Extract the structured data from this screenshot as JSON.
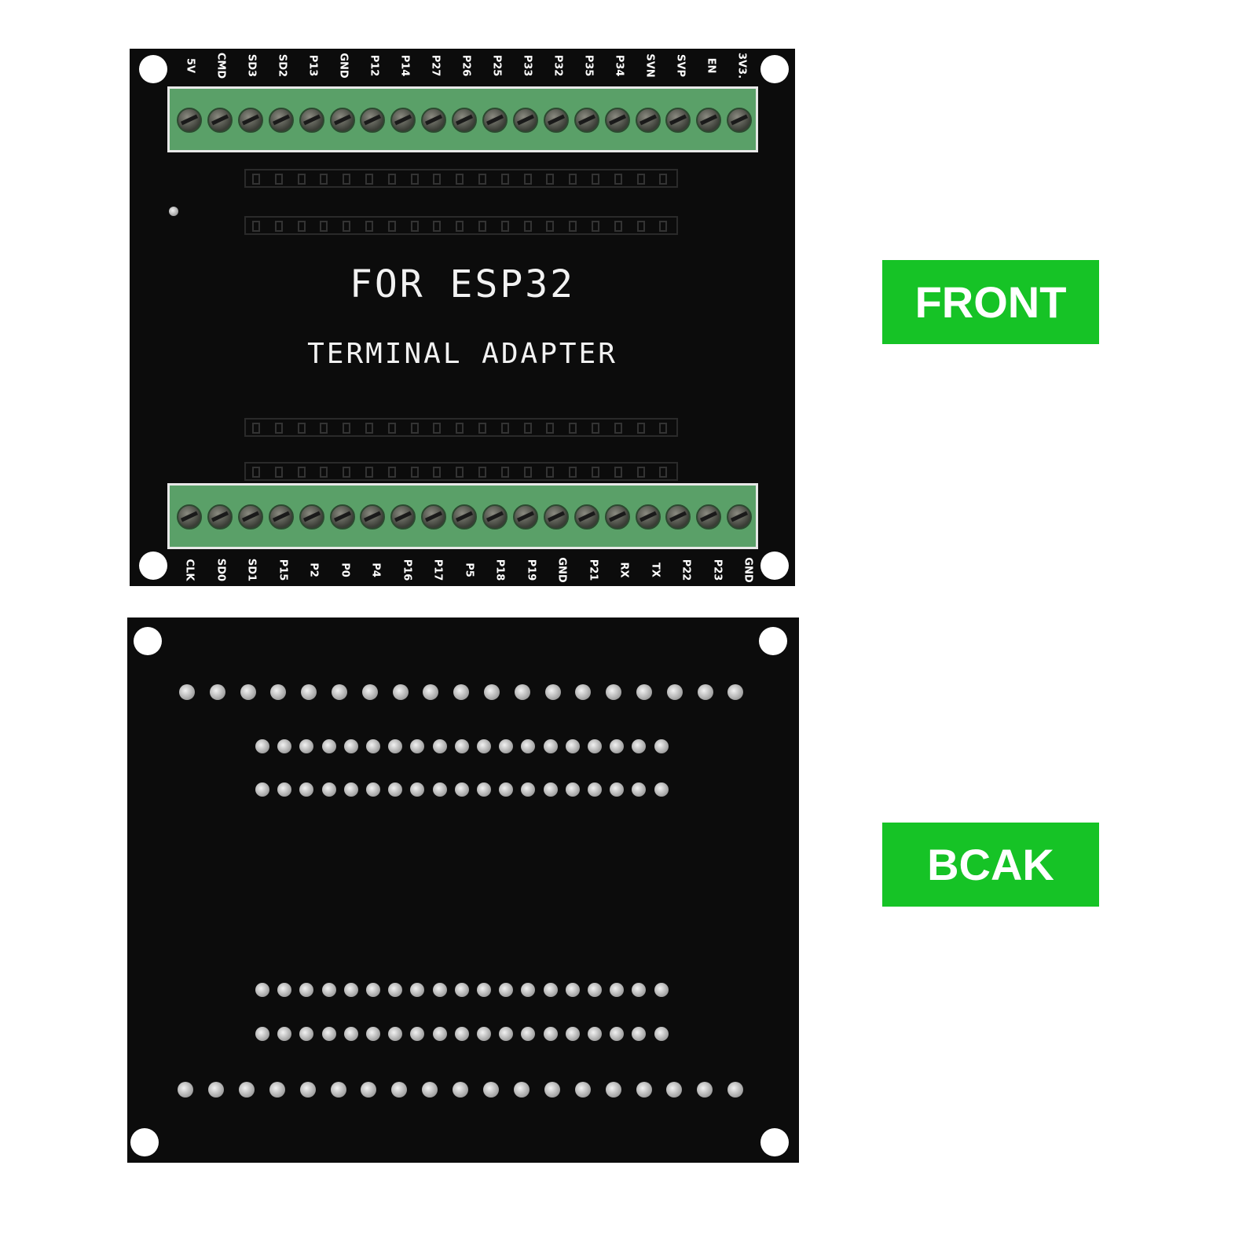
{
  "front": {
    "title": "FOR ESP32",
    "subtitle": "TERMINAL ADAPTER",
    "top_pins": [
      "5V",
      "CMD",
      "SD3",
      "SD2",
      "P13",
      "GND",
      "P12",
      "P14",
      "P27",
      "P26",
      "P25",
      "P33",
      "P32",
      "P35",
      "P34",
      "SVN",
      "SVP",
      "EN",
      "3V3."
    ],
    "bottom_pins": [
      "CLK",
      "SD0",
      "SD1",
      "P15",
      "P2",
      "P0",
      "P4",
      "P16",
      "P17",
      "P5",
      "P18",
      "P19",
      "GND",
      "P21",
      "RX",
      "TX",
      "P22",
      "P23",
      "GND"
    ]
  },
  "labels": {
    "front": "FRONT",
    "back": "BCAK"
  },
  "colors": {
    "board": "#0c0c0c",
    "terminal": "#5aa068",
    "label_bg": "#16c326"
  }
}
